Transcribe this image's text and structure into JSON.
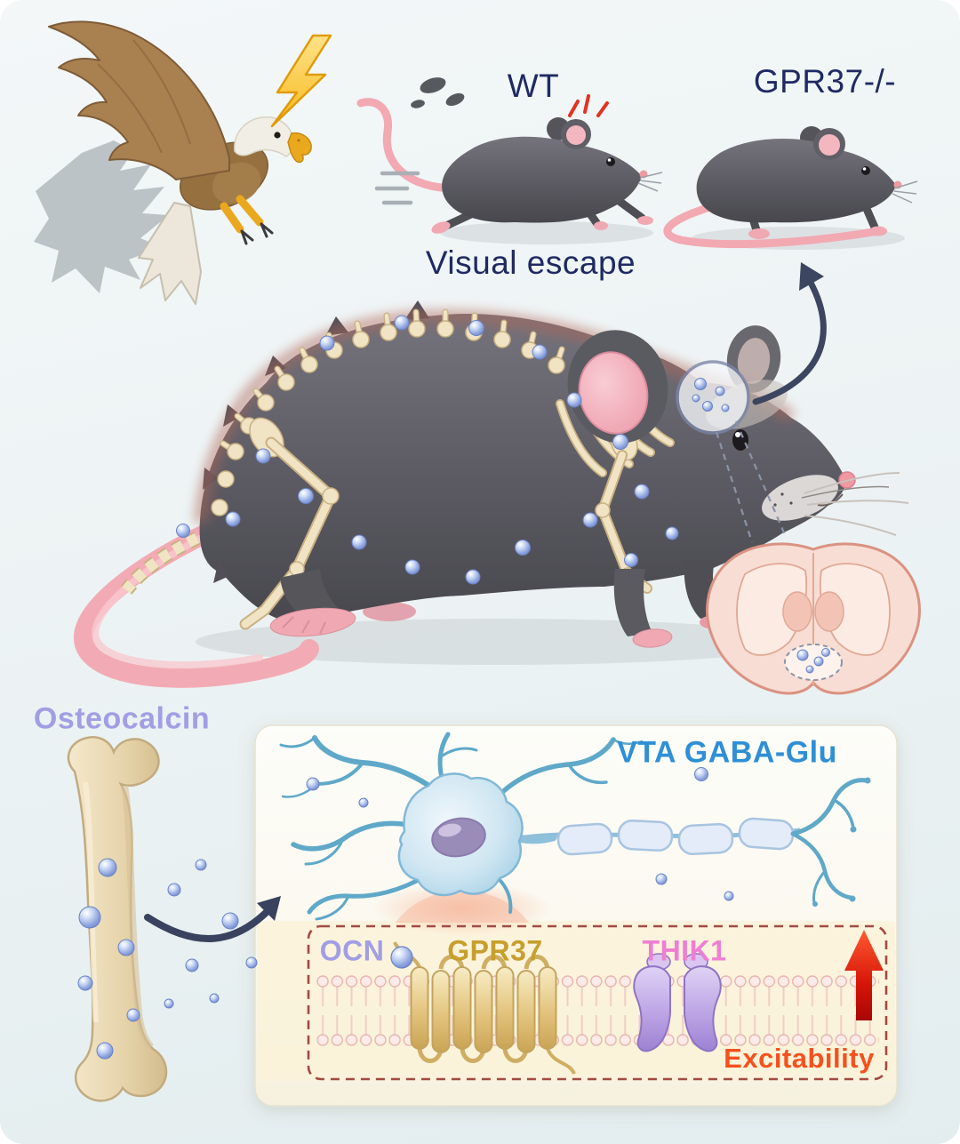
{
  "scene": {
    "labels": {
      "wt": "WT",
      "gpr37_ko": "GPR37-/-",
      "visual_escape": "Visual escape",
      "osteocalcin": "Osteocalcin",
      "vta_gaba_glu": "VTA GABA-Glu",
      "ocn": "OCN",
      "gpr37": "GPR37",
      "thik1": "THIK1",
      "excitability": "Excitability"
    },
    "colors": {
      "navy": "#1f2a63",
      "lavender": "#a19ee4",
      "sky_blue": "#2f8fd6",
      "gold": "#c79f2d",
      "magenta_pink": "#ef7ed2",
      "orange_red": "#f4511e",
      "arrow_red": "#d51507",
      "particle_blue": "#7e97d6",
      "bone_cream": "#ecdcb7",
      "mouse_gray": "#5b5a62",
      "membrane_pink": "#f3cfc9"
    },
    "icons": {
      "predator": "eagle-icon",
      "threat": "lightning-icon",
      "wt_mouse": "running-mouse-icon",
      "ko_mouse": "standing-mouse-icon",
      "main_mouse": "mouse-skeleton-icon",
      "brain": "brain-coronal-section-icon",
      "bone": "long-bone-icon",
      "neuron": "neuron-icon",
      "receptor": "gpr37-receptor-icon",
      "channel": "thik1-channel-icon",
      "excitability_arrow": "up-arrow-icon"
    }
  }
}
